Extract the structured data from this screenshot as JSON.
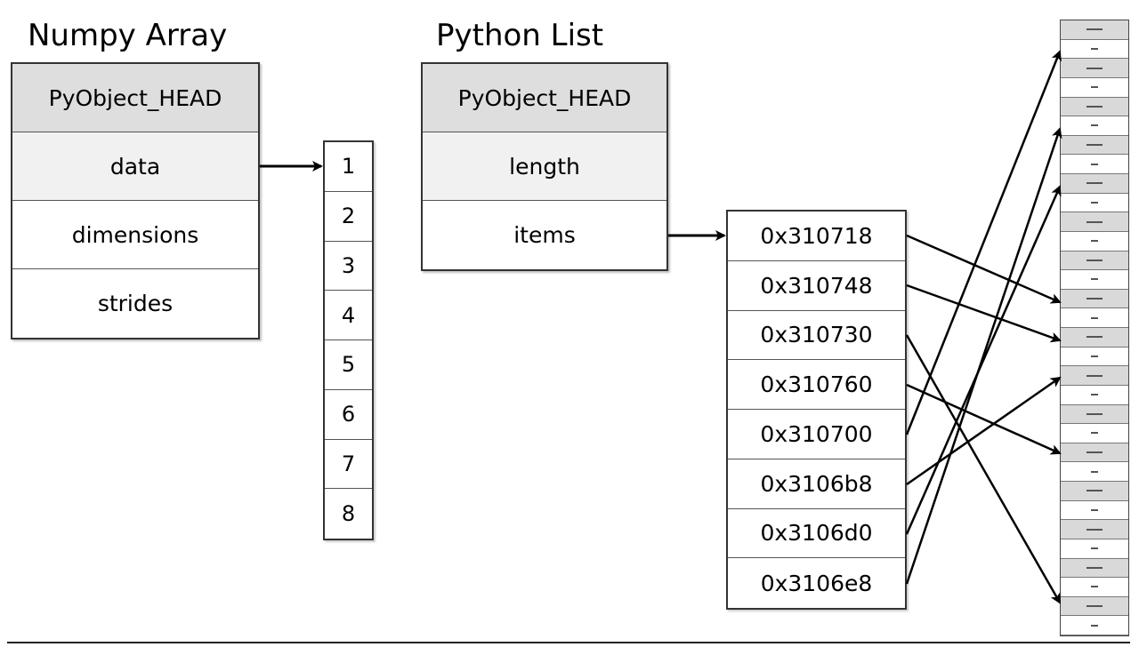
{
  "numpy_array": {
    "title": "Numpy Array",
    "fields": [
      "PyObject_HEAD",
      "data",
      "dimensions",
      "strides"
    ]
  },
  "data_buffer": {
    "values": [
      "1",
      "2",
      "3",
      "4",
      "5",
      "6",
      "7",
      "8"
    ]
  },
  "python_list": {
    "title": "Python List",
    "fields": [
      "PyObject_HEAD",
      "length",
      "items"
    ]
  },
  "pointers": {
    "addresses": [
      "0x310718",
      "0x310748",
      "0x310730",
      "0x310760",
      "0x310700",
      "0x3106b8",
      "0x3106d0",
      "0x3106e8"
    ]
  },
  "colors": {
    "header_fill": "#dedede",
    "light_fill": "#f1f1f1",
    "line": "#000000"
  }
}
